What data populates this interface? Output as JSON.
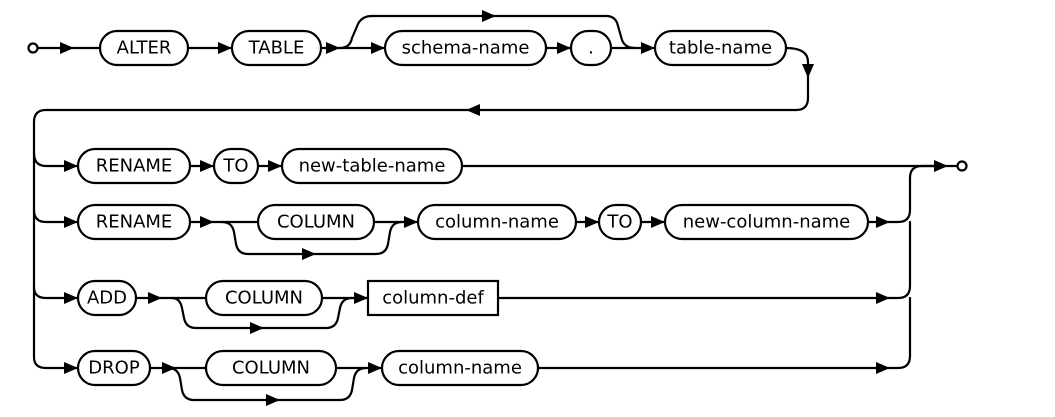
{
  "diagram": {
    "row1": {
      "alter": "ALTER",
      "table": "TABLE",
      "schema_name": "schema-name",
      "dot": ".",
      "table_name": "table-name"
    },
    "rename_table": {
      "rename": "RENAME",
      "to": "TO",
      "new_table_name": "new-table-name"
    },
    "rename_column": {
      "rename": "RENAME",
      "column": "COLUMN",
      "column_name": "column-name",
      "to": "TO",
      "new_column_name": "new-column-name"
    },
    "add_column": {
      "add": "ADD",
      "column": "COLUMN",
      "column_def": "column-def"
    },
    "drop_column": {
      "drop": "DROP",
      "column": "COLUMN",
      "column_name": "column-name"
    }
  }
}
